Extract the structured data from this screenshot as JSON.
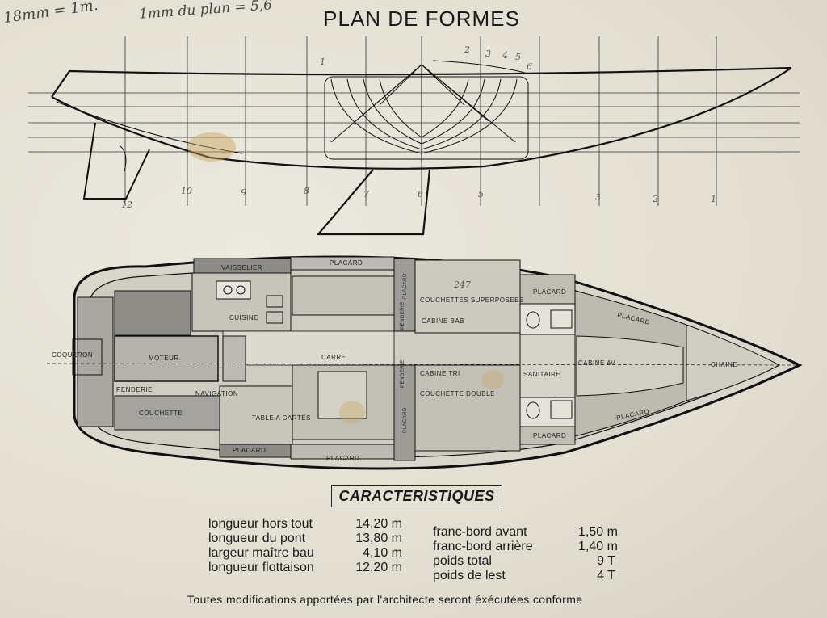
{
  "title": "PLAN DE FORMES",
  "handwritten_notes": {
    "scale": "18mm = 1m.",
    "floor": "1mm du plan = 5,6"
  },
  "profile_stations_top": [
    "1",
    "2",
    "3",
    "4",
    "5",
    "6"
  ],
  "profile_stations_bottom": [
    "12",
    "10",
    "9",
    "8",
    "7",
    "6",
    "5",
    "3",
    "2",
    "1"
  ],
  "cabin_labels": {
    "vaisselier": "VAISSELIER",
    "placard_top": "PLACARD",
    "couchettes_superposees": "COUCHETTES SUPERPOSEES",
    "cabine_bab": "CABINE BAB",
    "placard_fore_top": "PLACARD",
    "placard_bow_top": "PLACARD",
    "cuisine": "CUISINE",
    "penderie_upper": "PENDERIE",
    "placard_vertical_upper": "PLACARD",
    "carre": "CARRE",
    "cabine_av": "CABINE AV",
    "chaine": "CHAINE",
    "moteur": "MOTEUR",
    "coqueron": "COQUERON",
    "cabine_tri": "CABINE TRI",
    "sanitaire": "SANITAIRE",
    "penderie_aft": "PENDERIE",
    "navigation": "NAVIGATION",
    "couchette_double": "COUCHETTE DOUBLE",
    "penderie_lower": "PENDERIE",
    "placard_vertical_lower": "PLACARD",
    "couchette": "COUCHETTE",
    "table_a_cartes": "TABLE A CARTES",
    "placard_bottom_aft": "PLACARD",
    "placard_bottom": "PLACARD",
    "placard_fore_bottom": "PLACARD",
    "placard_bow_bottom": "PLACARD",
    "handwritten_room_mark": "247"
  },
  "caracteristiques_title": "CARACTERISTIQUES",
  "specs_left": [
    {
      "label": "longueur hors tout",
      "value": "14,20 m"
    },
    {
      "label": "longueur du pont",
      "value": "13,80 m"
    },
    {
      "label": "largeur maître bau",
      "value": "4,10 m"
    },
    {
      "label": "longueur flottaison",
      "value": "12,20 m"
    }
  ],
  "specs_right": [
    {
      "label": "franc-bord avant",
      "value": "1,50 m"
    },
    {
      "label": "franc-bord arrière",
      "value": "1,40 m"
    },
    {
      "label": "poids total",
      "value": "9 T"
    },
    {
      "label": "poids de lest",
      "value": "4 T"
    }
  ],
  "footer": "Toutes modifications apportées par l'architecte seront éxécutées conforme"
}
